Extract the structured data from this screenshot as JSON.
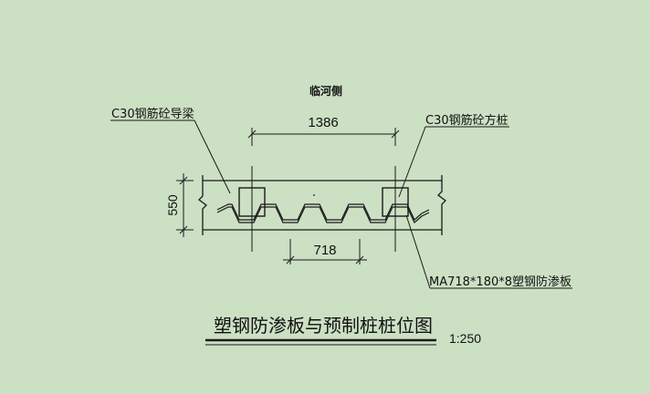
{
  "colors": {
    "background": "#cce0c4",
    "ink": "#1a1a1a"
  },
  "labels": {
    "river_side": "临河侧",
    "guide_beam": "C30钢筋砼导梁",
    "square_pile": "C30钢筋砼方桩",
    "sheet_pile": "MA718*180*8塑钢防渗板",
    "dim_pile_spacing": "1386",
    "dim_beam_width": "550",
    "dim_sheet_width": "718"
  },
  "title": {
    "main": "塑钢防渗板与预制桩桩位图",
    "scale": "1:250"
  }
}
